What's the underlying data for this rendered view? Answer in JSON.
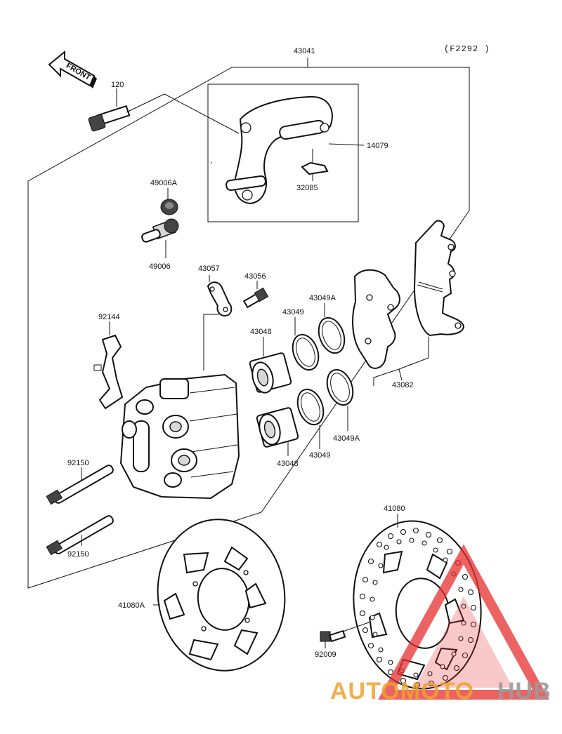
{
  "diagram": {
    "figure_code": "(F2292 )",
    "front_arrow_label": "FRONT",
    "parts": {
      "p43041": "43041",
      "p120": "120",
      "p14079": "14079",
      "p32085": "32085",
      "p49006A": "49006A",
      "p49006": "49006",
      "p43057": "43057",
      "p43056": "43056",
      "p43049A_top": "43049A",
      "p43049_top": "43049",
      "p43048_top": "43048",
      "p92144": "92144",
      "p43082": "43082",
      "p43049A_bottom": "43049A",
      "p43049_bottom": "43049",
      "p43048_bottom": "43048",
      "p92150_top": "92150",
      "p92150_bottom": "92150",
      "p41080": "41080",
      "p41080A": "41080A",
      "p92009": "92009"
    }
  },
  "watermark": {
    "text_part1": "AUTOMOTO",
    "text_part2": "HUB",
    "color_primary": "#f0a030",
    "color_secondary": "#9a9a9a",
    "color_triangle": "#e83030"
  }
}
